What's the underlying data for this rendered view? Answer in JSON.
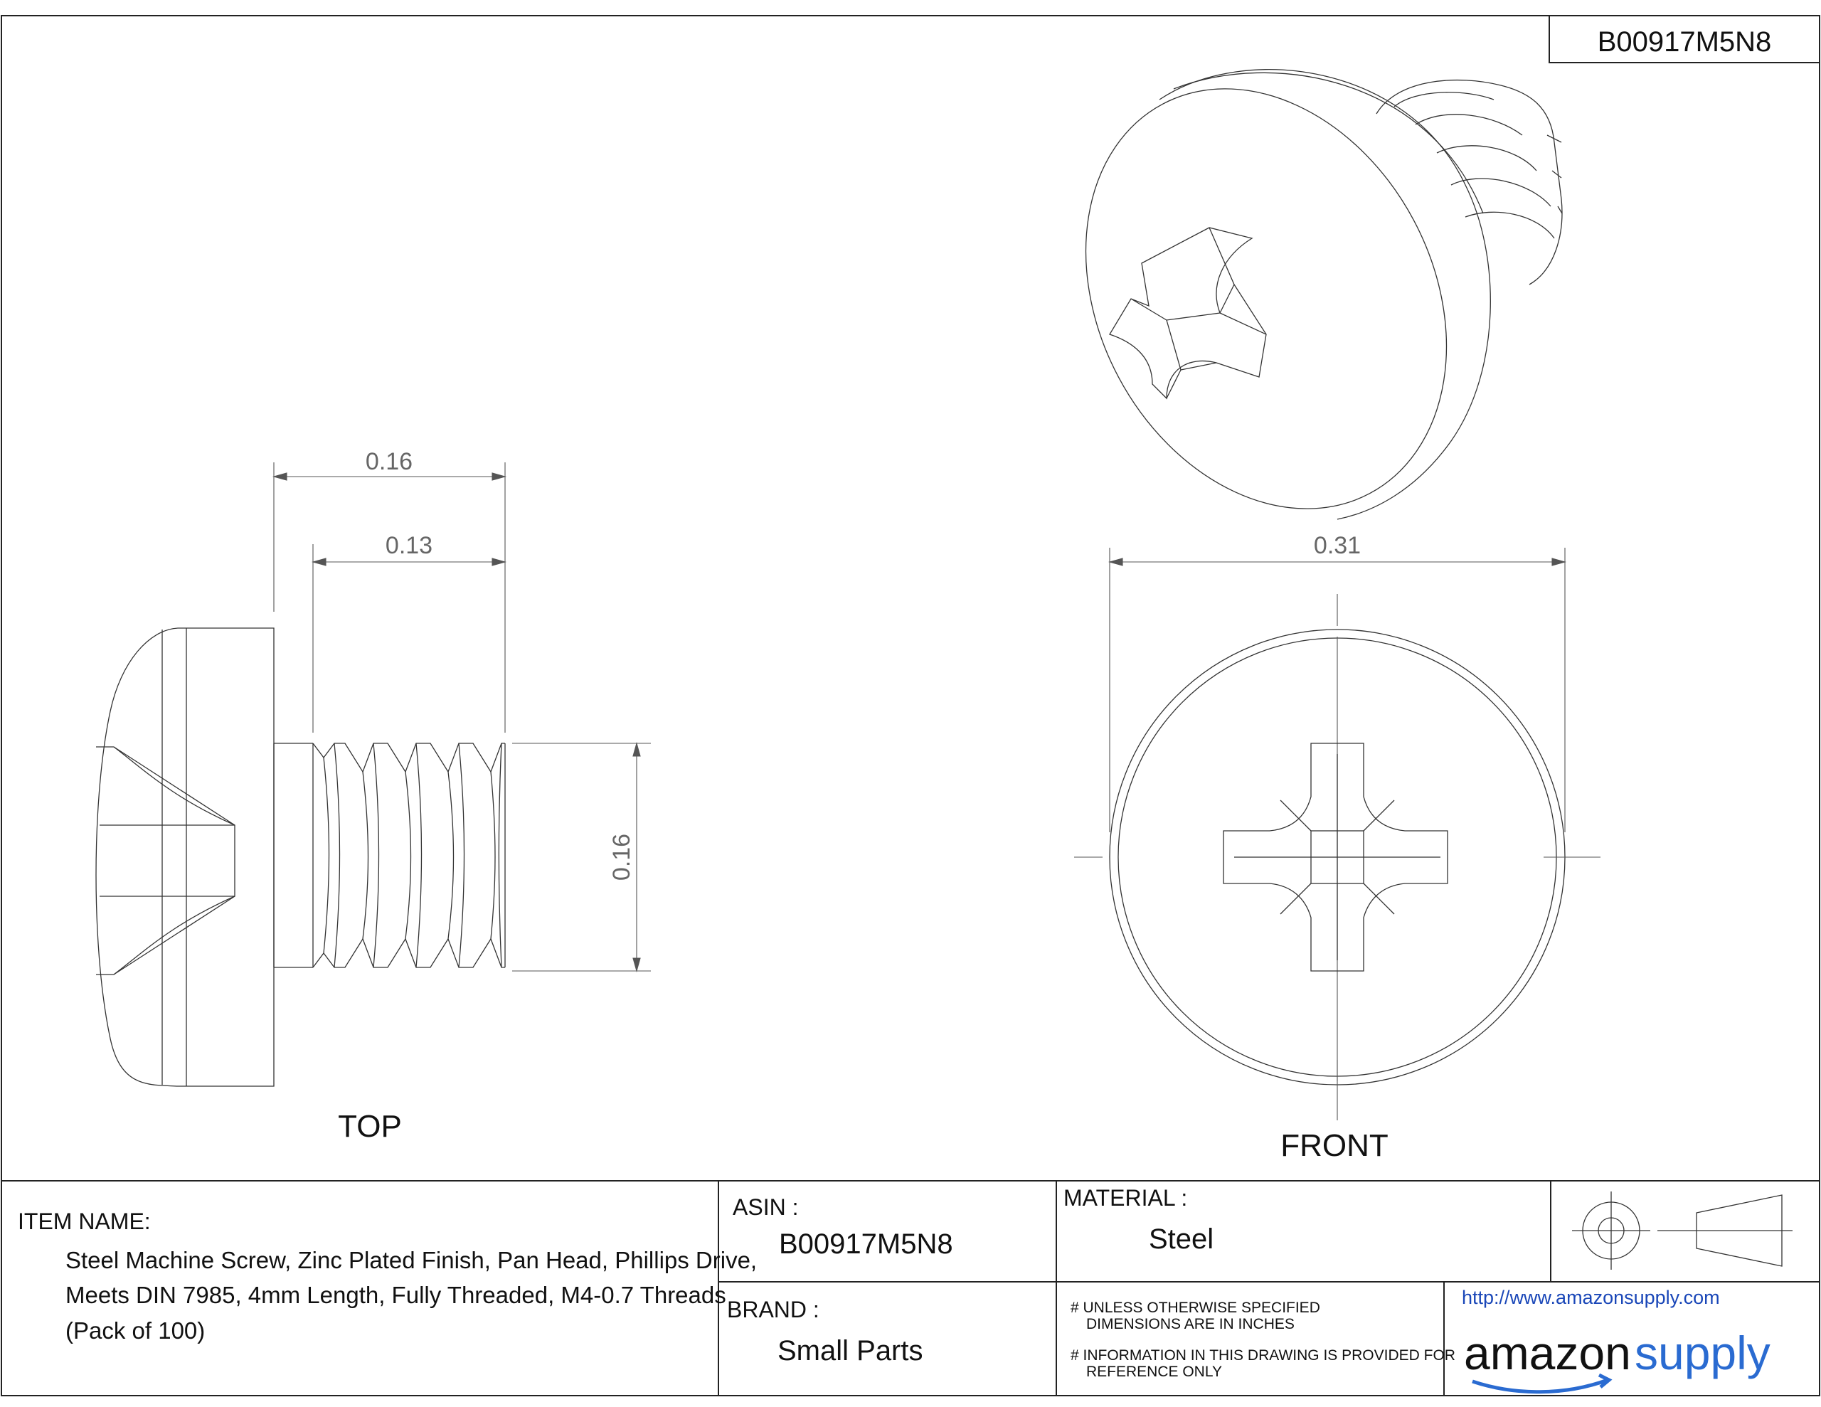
{
  "drawing_id": "B00917M5N8",
  "views": {
    "top_label": "TOP",
    "front_label": "FRONT"
  },
  "dimensions": {
    "top_overall_length": "0.16",
    "top_thread_length": "0.13",
    "top_thread_diameter": "0.16",
    "front_head_diameter": "0.31"
  },
  "title_block": {
    "item_name_label": "ITEM NAME:",
    "item_name_lines": [
      "Steel Machine Screw, Zinc Plated Finish, Pan Head, Phillips Drive,",
      "Meets DIN 7985, 4mm Length, Fully Threaded, M4-0.7 Threads",
      "(Pack of 100)"
    ],
    "asin_label": "ASIN :",
    "asin_value": "B00917M5N8",
    "brand_label": "BRAND :",
    "brand_value": "Small Parts",
    "material_label": "MATERIAL :",
    "material_value": "Steel",
    "notes": [
      "# UNLESS OTHERWISE SPECIFIED",
      "DIMENSIONS ARE IN INCHES",
      "# INFORMATION IN THIS DRAWING IS PROVIDED FOR",
      "REFERENCE ONLY"
    ],
    "url": "http://www.amazonsupply.com",
    "logo_word_1": "amazon",
    "logo_word_2": "supply"
  },
  "colors": {
    "line": "#333333",
    "link": "#1a47b8",
    "logo_supply": "#2a6bd1"
  }
}
